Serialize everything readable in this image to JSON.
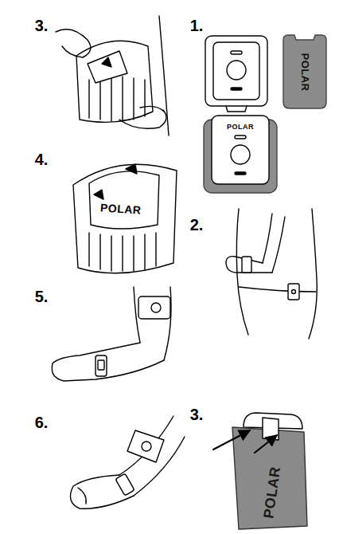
{
  "diagram": {
    "labels": [
      "3.",
      "1.",
      "POLAR",
      "POLAR",
      "4.",
      "POLAR",
      "2.",
      "5.",
      "6.",
      "3.",
      "POLAR"
    ]
  }
}
